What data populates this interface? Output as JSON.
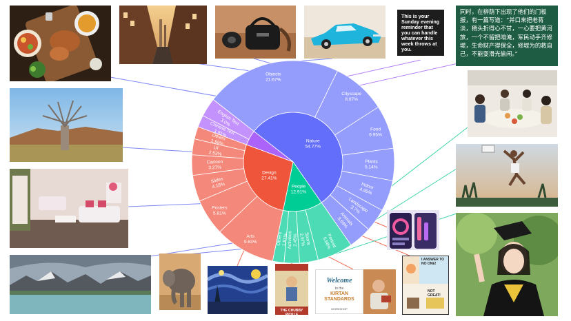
{
  "chart_data": {
    "type": "sunburst",
    "center_color": "#ffffff",
    "inner": [
      {
        "name": "Nature",
        "value": 54.77,
        "label": "Nature\n54.77%",
        "color": "#636efa"
      },
      {
        "name": "People",
        "value": 12.91,
        "label": "People\n12.91%",
        "color": "#00cc96"
      },
      {
        "name": "Design",
        "value": 27.41,
        "label": "Design\n27.41%",
        "color": "#ef553b"
      },
      {
        "name": "Text",
        "value": 4.91,
        "label": "",
        "color": "#ab63fa"
      }
    ],
    "outer": [
      {
        "name": "Objects",
        "parent": "Nature",
        "value": 21.67,
        "label": "Objects\n21.67%",
        "color": "#959dfc"
      },
      {
        "name": "Cityscape",
        "parent": "Nature",
        "value": 8.67,
        "label": "Cityscape\n8.67%",
        "color": "#959dfc"
      },
      {
        "name": "Food",
        "parent": "Nature",
        "value": 6.95,
        "label": "Food\n6.95%",
        "color": "#959dfc"
      },
      {
        "name": "Plants",
        "parent": "Nature",
        "value": 5.14,
        "label": "Plants\n5.14%",
        "color": "#959dfc"
      },
      {
        "name": "Indoor",
        "parent": "Nature",
        "value": 4.95,
        "label": "Indoor\n4.95%",
        "color": "#959dfc"
      },
      {
        "name": "Landscape",
        "parent": "Nature",
        "value": 3.7,
        "label": "Landscape\n3.7%",
        "color": "#959dfc"
      },
      {
        "name": "Animals",
        "parent": "Nature",
        "value": 3.69,
        "label": "Animals\n3.69%",
        "color": "#959dfc"
      },
      {
        "name": "Arts",
        "parent": "Design",
        "value": 9.63,
        "label": "Arts\n9.63%",
        "color": "#f4887a"
      },
      {
        "name": "Posters",
        "parent": "Design",
        "value": 5.81,
        "label": "Posters\n5.81%",
        "color": "#f4887a"
      },
      {
        "name": "Slides",
        "parent": "Design",
        "value": 4.18,
        "label": "Slides\n4.18%",
        "color": "#f4887a"
      },
      {
        "name": "Cartoon",
        "parent": "Design",
        "value": 3.27,
        "label": "Cartoon\n3.27%",
        "color": "#f4887a"
      },
      {
        "name": "UI",
        "parent": "Design",
        "value": 2.53,
        "label": "UI\n2.53%",
        "color": "#f4887a"
      },
      {
        "name": "Others",
        "parent": "Design",
        "value": 1.99,
        "label": "Others\n1.99%",
        "color": "#f4887a"
      },
      {
        "name": "Portrait",
        "parent": "People",
        "value": 5.68,
        "label": "Portrait\n5.68%",
        "color": "#4ddbb5"
      },
      {
        "name": "Sports",
        "parent": "People",
        "value": 2.97,
        "label": "Sports\n2.97%",
        "color": "#4ddbb5"
      },
      {
        "name": "Activities",
        "parent": "People",
        "value": 2.45,
        "label": "Activities\n2.45%",
        "color": "#4ddbb5"
      },
      {
        "name": "Others",
        "parent": "People",
        "value": 1.81,
        "label": "Others\n1.81%",
        "color": "#4ddbb5"
      },
      {
        "name": "Chinese Text",
        "parent": "Text",
        "value": 1.91,
        "label": "Chinese Text\n1.91%",
        "color": "#c492fc"
      },
      {
        "name": "English Text",
        "parent": "Text",
        "value": 3.0,
        "label": "English Text\n3.0%",
        "color": "#c492fc"
      }
    ],
    "connector_colors": {
      "Nature": "#7e86f5",
      "People": "#3fd4aa",
      "Design": "#ef6a55",
      "Text": "#b27ef8"
    }
  },
  "thumbnails": {
    "english_text": "This is your Sunday evening reminder that you can handle whatever this week throws at you.",
    "chinese_text": "同时，在柳荫下出现了他们的门板报，有一篇写道：“并口来把老蒋淡，猾头折得心不甘，一心要把黄河放，一个不留把咱淹，军民动手齐修堤，生命财产得保全，修堤为的救自己，不能耍滑光偷闲。”",
    "poster_title": "THE CHUBBY PICKLE",
    "slide_welcome": "Welcome",
    "slide_to_the": "to the",
    "slide_title": "KIRTAN STANDARDS",
    "slide_sub": "WORKSHOP",
    "cartoon_top": "I ANSWER TO NO ONE!",
    "cartoon_bottom": "NOT GREAT!"
  }
}
